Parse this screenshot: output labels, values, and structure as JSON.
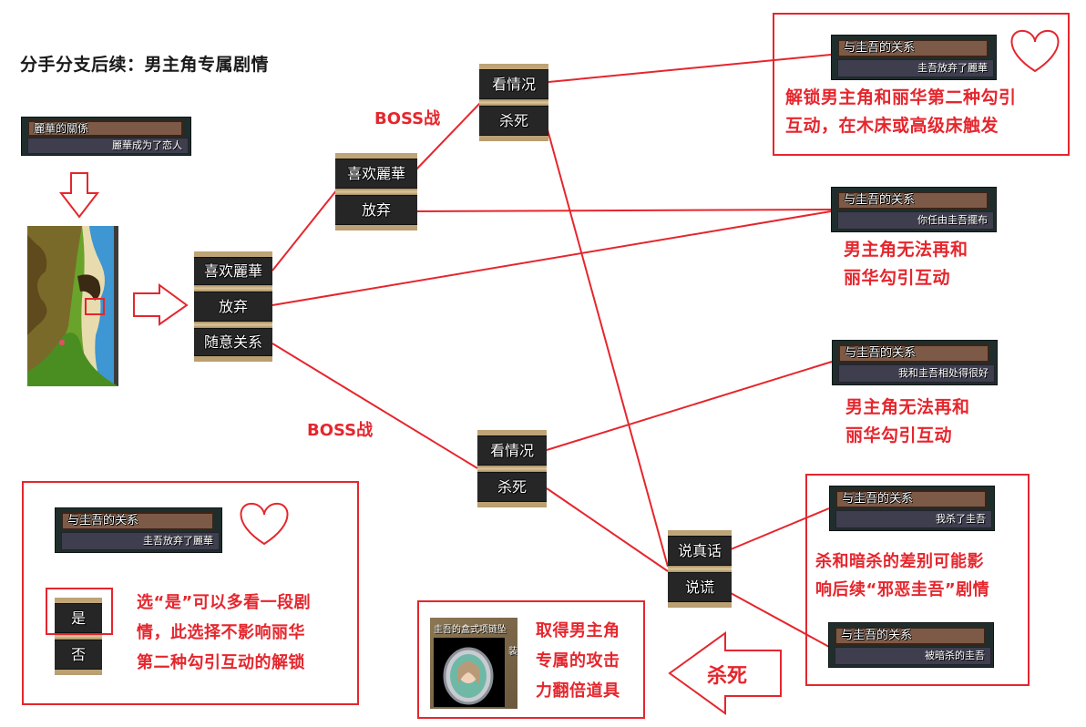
{
  "title": "分手分支后续：男主角专属剧情",
  "colors": {
    "accent_red": "#e5262d",
    "menu_bg": "#262626",
    "panel_head": "#7d5a47",
    "panel_body": "#3e3e4e"
  },
  "start_panel": {
    "header": "麗華的關係",
    "value": "麗華成为了恋人"
  },
  "map": {
    "label": "world-map-thumbnail"
  },
  "menus": {
    "first": [
      "喜欢麗華",
      "放弃",
      "随意关系"
    ],
    "like_branch": [
      "喜欢麗華",
      "放弃"
    ],
    "boss_top": [
      "看情况",
      "杀死"
    ],
    "boss_bottom": [
      "看情况",
      "杀死"
    ],
    "truth": [
      "说真话",
      "说谎"
    ],
    "yes_no": [
      "是",
      "否"
    ]
  },
  "boss_labels": [
    "BOSS战",
    "BOSS战"
  ],
  "outcomes": [
    {
      "header": "与圭吾的关系",
      "value": "圭吾放弃了麗華",
      "note": [
        "解锁男主角和丽华第二种勾引",
        "互动，在木床或高级床触发"
      ],
      "heart": true
    },
    {
      "header": "与圭吾的关系",
      "value": "你任由圭吾擺布",
      "note": [
        "男主角无法再和",
        "丽华勾引互动"
      ]
    },
    {
      "header": "与圭吾的关系",
      "value": "我和圭吾相处得很好",
      "note": [
        "男主角无法再和",
        "丽华勾引互动"
      ]
    },
    {
      "header": "与圭吾的关系",
      "value": "我杀了圭吾"
    },
    {
      "header": "与圭吾的关系",
      "value": "被暗杀的圭吾"
    }
  ],
  "kill_note": [
    "杀和暗杀的差别可能影",
    "响后续“邪恶圭吾”剧情"
  ],
  "bottom_left": {
    "panel": {
      "header": "与圭吾的关系",
      "value": "圭吾放弃了麗華"
    },
    "note": [
      "选“是”可以多看一段剧",
      "情，此选择不影响丽华",
      "第二种勾引互动的解锁"
    ]
  },
  "item": {
    "card_title": "圭吾的盒式项链坠",
    "card_equip": "装",
    "note": [
      "取得男主角",
      "专属的攻击",
      "力翻倍道具"
    ],
    "arrow_label": "杀死"
  }
}
